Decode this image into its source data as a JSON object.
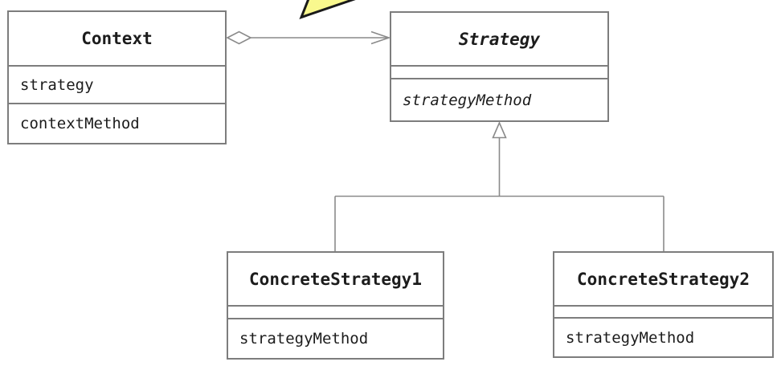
{
  "classes": {
    "context": {
      "name": "Context",
      "abstract": false,
      "attribute": "strategy",
      "method": "contextMethod"
    },
    "strategy": {
      "name": "Strategy",
      "abstract": true,
      "attribute": "",
      "method": "strategyMethod"
    },
    "concrete1": {
      "name": "ConcreteStrategy1",
      "abstract": false,
      "attribute": "",
      "method": "strategyMethod"
    },
    "concrete2": {
      "name": "ConcreteStrategy2",
      "abstract": false,
      "attribute": "",
      "method": "strategyMethod"
    }
  },
  "relations": {
    "aggregation": {
      "from": "Context",
      "to": "Strategy",
      "type": "aggregation",
      "marker_from": "hollow-diamond",
      "marker_to": "open-arrow"
    },
    "inheritance1": {
      "from": "ConcreteStrategy1",
      "to": "Strategy",
      "type": "generalization",
      "marker_to": "hollow-triangle"
    },
    "inheritance2": {
      "from": "ConcreteStrategy2",
      "to": "Strategy",
      "type": "generalization",
      "marker_to": "hollow-triangle"
    }
  },
  "annotations": {
    "highlight_arrow": {
      "shape": "yellow-arrow",
      "points_at": "aggregation-line",
      "clipped_by_top_edge": true
    }
  },
  "colors": {
    "background": "#ffffff",
    "box_border": "#7d7d7d",
    "text": "#1c1c1c",
    "connector": "#8a8a8a",
    "highlight_fill": "#f9f88e",
    "highlight_stroke": "#1a1a1a"
  }
}
